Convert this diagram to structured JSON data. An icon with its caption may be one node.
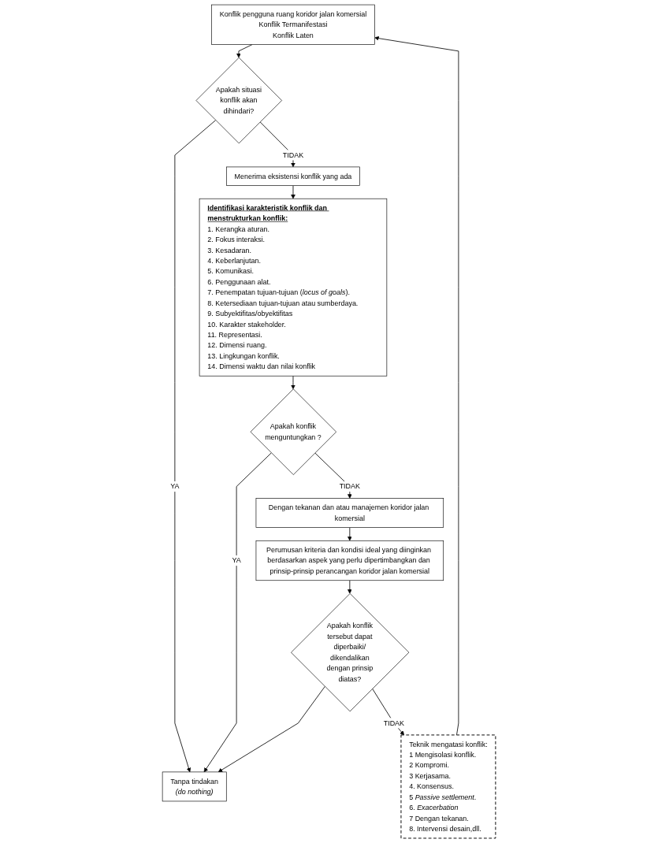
{
  "diagram": {
    "nodes": [
      {
        "text": [
          "Konflik pengguna ruang koridor jalan komersial",
          "Konflik Termanifestasi",
          "Konflik Laten"
        ]
      },
      {
        "text": [
          "Apakah situasi konflik akan dihindari?"
        ]
      },
      {
        "text": [
          "Menerima eksistensi konflik yang ada"
        ]
      },
      {
        "text": [
          "Identifikasi karakteristik konflik dan menstrukturkan konflik:",
          "1. Kerangka aturan.",
          "2. Fokus interaksi.",
          "3. Kesadaran.",
          "4. Keberlanjutan.",
          "5. Komunikasi.",
          "6. Penggunaan alat.",
          "7. Penempatan tujuan-tujuan (*locus of goals*).",
          "8. Ketersediaan tujuan-tujuan atau sumberdaya.",
          "9. Subyektifitas/obyektifitas",
          "10. Karakter stakeholder.",
          "11. Representasi.",
          "12. Dimensi ruang.",
          "13. Lingkungan konflik.",
          "14. Dimensi waktu dan nilai konflik"
        ]
      },
      {
        "text": [
          "Apakah konflik menguntungkan ?"
        ]
      },
      {
        "text": [
          "Dengan tekanan dan atau manajemen koridor jalan komersial"
        ]
      },
      {
        "text": [
          "Perumusan kriteria dan kondisi ideal yang diinginkan berdasarkan aspek yang perlu dipertimbangkan dan prinsip-prinsip perancangan koridor jalan komersial"
        ]
      },
      {
        "text": [
          "Apakah konflik tersebut dapat diperbaiki/ dikendalikan dengan prinsip diatas?"
        ]
      },
      {
        "text": [
          "Tanpa tindakan",
          "*(do nothing)*"
        ]
      },
      {
        "text": [
          "Teknik mengatasi konflik:",
          "1 Mengisolasi konflik.",
          "2 Kompromi.",
          "3 Kerjasama.",
          "4. Konsensus.",
          "5 *Passive settlement*.",
          "6. *Exacerbation*",
          "7 Dengan tekanan.",
          "8. Intervensi desain,dll."
        ]
      }
    ],
    "edges": [
      {
        "from": 0,
        "to": 1,
        "arrow": "to"
      },
      {
        "from": 1,
        "to": 8,
        "arrow": "to",
        "label": "YA"
      },
      {
        "from": 1,
        "to": 2,
        "arrow": "to",
        "label": "TIDAK"
      },
      {
        "from": 2,
        "to": 3,
        "arrow": "to"
      },
      {
        "from": 3,
        "to": 4,
        "arrow": "to"
      },
      {
        "from": 4,
        "to": 8,
        "arrow": "to",
        "label": "YA"
      },
      {
        "from": 4,
        "to": 5,
        "arrow": "to",
        "label": "TIDAK"
      },
      {
        "from": 5,
        "to": 6,
        "arrow": "to"
      },
      {
        "from": 6,
        "to": 7,
        "arrow": "to"
      },
      {
        "from": 7,
        "to": 8,
        "arrow": "to"
      },
      {
        "from": 7,
        "to": 9,
        "arrow": "to",
        "label": "TIDAK"
      },
      {
        "from": 9,
        "to": 0,
        "arrow": "to"
      }
    ]
  }
}
